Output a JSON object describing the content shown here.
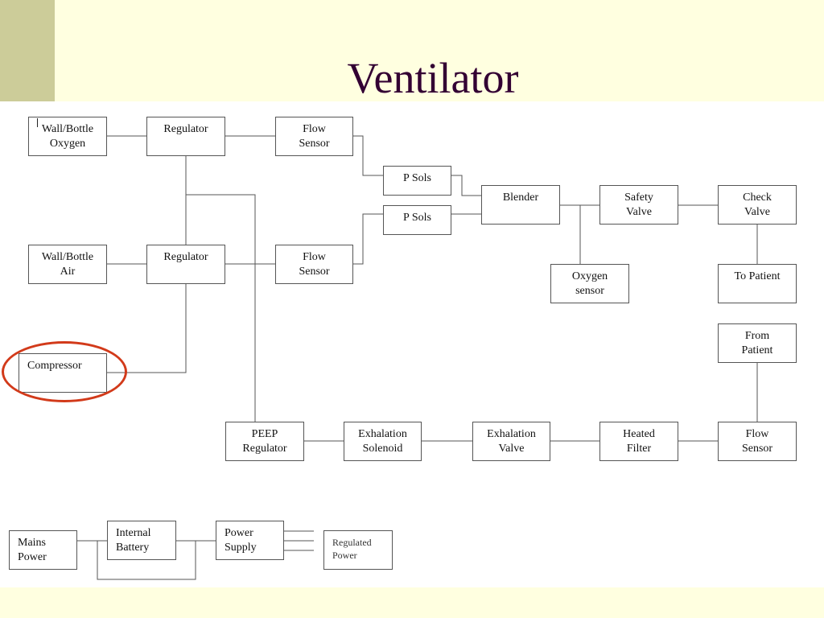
{
  "slide": {
    "title": "Ventilator"
  },
  "nodes": {
    "wall_bottle_oxygen": "Wall/Bottle\nOxygen",
    "regulator_oxygen": "Regulator",
    "flow_sensor_oxygen": "Flow\nSensor",
    "p_sols_top": "P Sols",
    "p_sols_bottom": "P Sols",
    "blender": "Blender",
    "safety_valve": "Safety\nValve",
    "check_valve": "Check\nValve",
    "wall_bottle_air": "Wall/Bottle\nAir",
    "regulator_air": "Regulator",
    "flow_sensor_air": "Flow\nSensor",
    "oxygen_sensor": "Oxygen\nsensor",
    "to_patient": "To Patient",
    "compressor": "Compressor",
    "from_patient": "From\nPatient",
    "peep_regulator": "PEEP\nRegulator",
    "exhalation_solenoid": "Exhalation\nSolenoid",
    "exhalation_valve": "Exhalation\nValve",
    "heated_filter": "Heated\nFilter",
    "flow_sensor_patient": "Flow\nSensor",
    "mains_power": "Mains\nPower",
    "internal_battery": "Internal\nBattery",
    "power_supply": "Power\nSupply",
    "regulated_power": "Regulated\nPower"
  },
  "colors": {
    "background": "#ffffe0",
    "accent_bar": "#cccc99",
    "title": "#330033",
    "highlight": "#d23a1a"
  }
}
